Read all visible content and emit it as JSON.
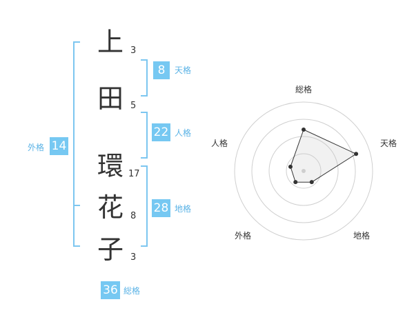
{
  "name_chars": [
    {
      "char": "上",
      "strokes": "3"
    },
    {
      "char": "田",
      "strokes": "5"
    },
    {
      "char": "環",
      "strokes": "17"
    },
    {
      "char": "花",
      "strokes": "8"
    },
    {
      "char": "子",
      "strokes": "3"
    }
  ],
  "scores": {
    "tenkaku": {
      "label": "天格",
      "value": "8"
    },
    "jinkaku": {
      "label": "人格",
      "value": "22"
    },
    "chikaku": {
      "label": "地格",
      "value": "28"
    },
    "gaikaku": {
      "label": "外格",
      "value": "14"
    },
    "soukaku": {
      "label": "総格",
      "value": "36"
    }
  },
  "colors": {
    "accent": "#76c8f2",
    "accent_text": "#5bb3e6",
    "bracket": "#7cc6f0",
    "text": "#333333"
  },
  "chart_data": {
    "type": "radar",
    "axes": [
      "総格",
      "天格",
      "地格",
      "外格",
      "人格"
    ],
    "values": [
      3,
      4,
      1,
      1,
      1
    ],
    "range": [
      0,
      5
    ],
    "rings": 4,
    "grid": true,
    "title": "",
    "legend": "none"
  }
}
